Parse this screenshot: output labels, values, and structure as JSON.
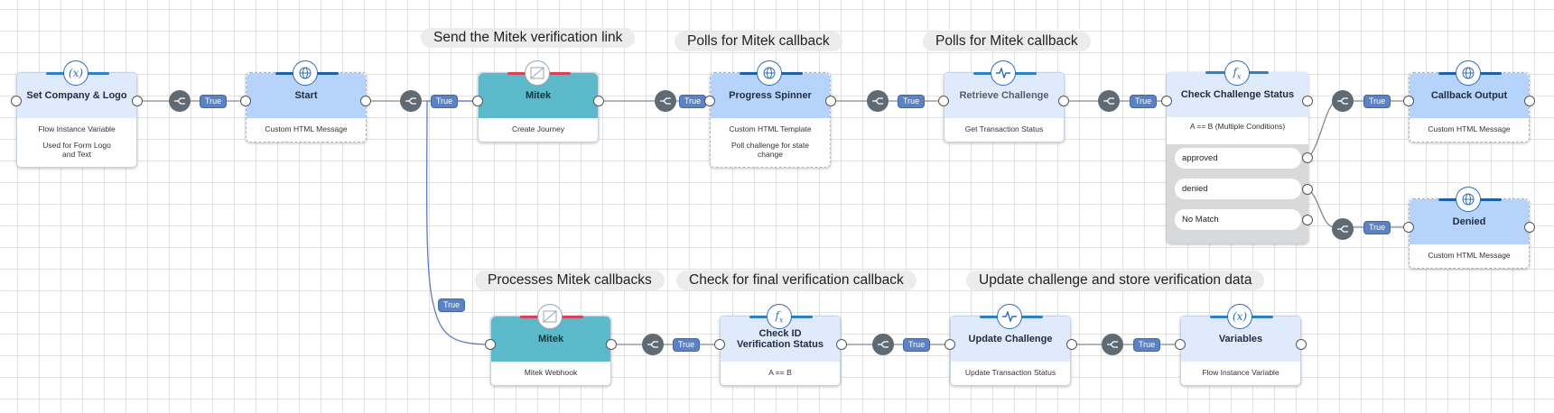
{
  "section_labels": {
    "send_link": "Send the Mitek verification link",
    "polls_1": "Polls for Mitek callback",
    "polls_2": "Polls for Mitek callback",
    "processes": "Processes Mitek callbacks",
    "check_final": "Check for final verification callback",
    "update_store": "Update challenge and store verification data"
  },
  "nodes": {
    "set_company": {
      "title": "Set Company & Logo",
      "line1": "Flow Instance Variable",
      "line2": "Used for Form Logo and Text",
      "icon": "variable-icon"
    },
    "start": {
      "title": "Start",
      "line1": "Custom HTML Message",
      "icon": "globe-icon"
    },
    "mitek_top": {
      "title": "Mitek",
      "line1": "Create Journey",
      "icon": "mitek-image-icon"
    },
    "progress": {
      "title": "Progress Spinner",
      "line1": "Custom HTML Template",
      "line2": "Poll challenge for state change",
      "icon": "globe-icon"
    },
    "retrieve": {
      "title": "Retrieve Challenge",
      "line1": "Get Transaction Status",
      "icon": "pulse-icon"
    },
    "check_status": {
      "title": "Check Challenge Status",
      "line1": "A == B (Multiple Conditions)",
      "icon": "function-icon",
      "outcomes": [
        "approved",
        "denied",
        "No Match"
      ]
    },
    "callback_output": {
      "title": "Callback Output",
      "line1": "Custom HTML Message",
      "icon": "globe-icon"
    },
    "denied": {
      "title": "Denied",
      "line1": "Custom HTML Message",
      "icon": "globe-icon"
    },
    "mitek_bottom": {
      "title": "Mitek",
      "line1": "Mitek Webhook",
      "icon": "mitek-image-icon"
    },
    "check_id": {
      "title": "Check ID Verification Status",
      "line1": "A == B",
      "icon": "function-icon"
    },
    "update_challenge": {
      "title": "Update Challenge",
      "line1": "Update Transaction Status",
      "icon": "pulse-icon"
    },
    "variables": {
      "title": "Variables",
      "line1": "Flow Instance Variable",
      "icon": "variable-icon"
    }
  },
  "connector_label": "True",
  "colors": {
    "variable_head": "#dfeafc",
    "html_head": "#b6d3fb",
    "mitek_head": "#5bb9c9",
    "mitek_accent": "#d9435a",
    "switch": "#5f6a73",
    "true_badge": "#5a82c4"
  }
}
